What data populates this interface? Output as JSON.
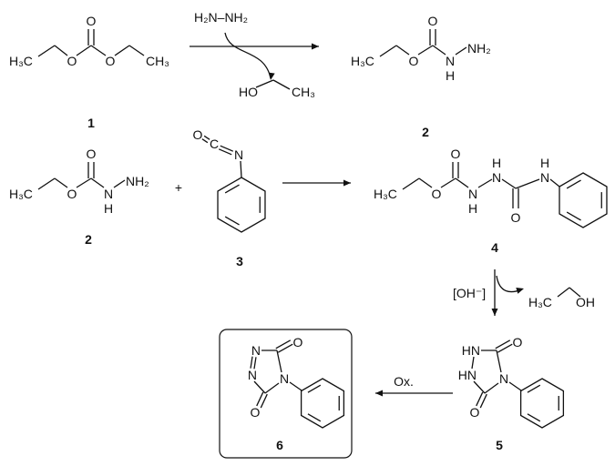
{
  "scheme": {
    "step1": {
      "reagent": "H₂N–NH₂",
      "byproduct_ho": "HO",
      "byproduct_ch3": "CH₃"
    },
    "compound1": {
      "number": "1",
      "atoms": [
        "H₃C",
        "O",
        "O",
        "O",
        "CH₃"
      ]
    },
    "compound2_top": {
      "number": "2",
      "atoms": [
        "H₃C",
        "O",
        "O",
        "N",
        "H",
        "NH₂"
      ]
    },
    "compound2": {
      "number": "2",
      "atoms": [
        "H₃C",
        "O",
        "O",
        "N",
        "H",
        "NH₂"
      ]
    },
    "plus": "+",
    "compound3": {
      "number": "3",
      "atoms": [
        "O",
        "C",
        "N"
      ]
    },
    "compound4": {
      "number": "4",
      "atoms": [
        "H₃C",
        "O",
        "O",
        "N",
        "H",
        "N",
        "H",
        "O",
        "N",
        "H"
      ]
    },
    "step3": {
      "reagent": "[OH⁻]",
      "byproduct_h3c": "H₃C",
      "byproduct_oh": "OH"
    },
    "compound5": {
      "number": "5",
      "atoms": [
        "HN",
        "HN",
        "O",
        "N",
        "O"
      ]
    },
    "step4": {
      "reagent": "Ox."
    },
    "compound6": {
      "number": "6",
      "atoms": [
        "N",
        "N",
        "O",
        "N",
        "O"
      ]
    }
  }
}
